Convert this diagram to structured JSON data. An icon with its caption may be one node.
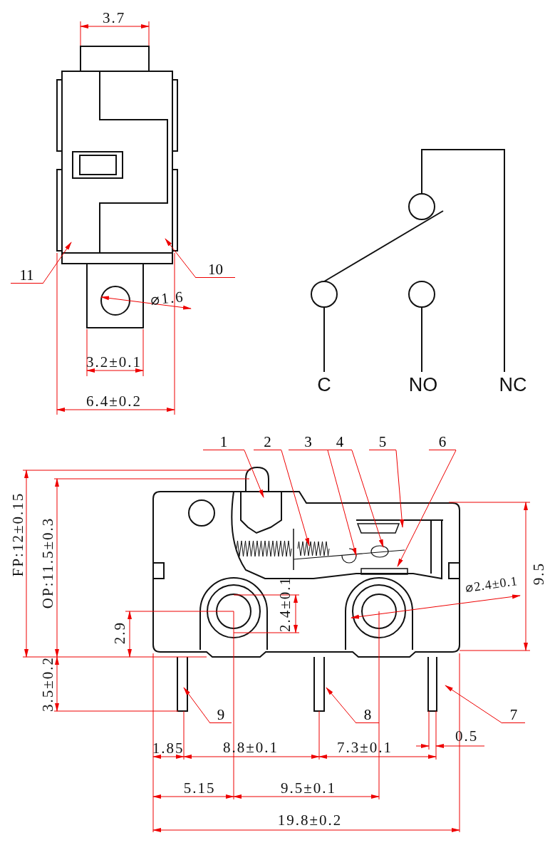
{
  "diagram": {
    "nodes": [
      {
        "text": [
          "11"
        ]
      },
      {
        "text": [
          "10"
        ]
      },
      {
        "text": [
          "1"
        ]
      },
      {
        "text": [
          "2"
        ]
      },
      {
        "text": [
          "3"
        ]
      },
      {
        "text": [
          "4"
        ]
      },
      {
        "text": [
          "5"
        ]
      },
      {
        "text": [
          "6"
        ]
      },
      {
        "text": [
          "9"
        ]
      },
      {
        "text": [
          "8"
        ]
      },
      {
        "text": [
          "7"
        ]
      }
    ],
    "edges": [
      {
        "from": 0,
        "to": null,
        "arrow": "to"
      },
      {
        "from": 1,
        "to": null,
        "arrow": "to"
      },
      {
        "from": 2,
        "to": null,
        "arrow": "to"
      },
      {
        "from": 3,
        "to": null,
        "arrow": "to"
      },
      {
        "from": 4,
        "to": null,
        "arrow": "to"
      },
      {
        "from": 5,
        "to": null,
        "arrow": "to"
      },
      {
        "from": 6,
        "to": null,
        "arrow": "to"
      },
      {
        "from": 7,
        "to": null,
        "arrow": "to"
      },
      {
        "from": 8,
        "to": null,
        "arrow": "to"
      },
      {
        "from": 9,
        "to": null,
        "arrow": "to"
      },
      {
        "from": 10,
        "to": null,
        "arrow": "to"
      }
    ],
    "labels": [
      "3.7",
      "⌀1.6",
      "3.2±0.1",
      "6.4±0.2",
      "C",
      "NO",
      "NC",
      "FP:12±0.15",
      "OP:11.5±0.3",
      "9.5",
      "2.4±0.1",
      "⌀2.4±0.1",
      "2.9",
      "3.5±0.2",
      "1.85",
      "8.8±0.1",
      "7.3±0.1",
      "0.5",
      "5.15",
      "9.5±0.1",
      "19.8±0.2"
    ]
  }
}
